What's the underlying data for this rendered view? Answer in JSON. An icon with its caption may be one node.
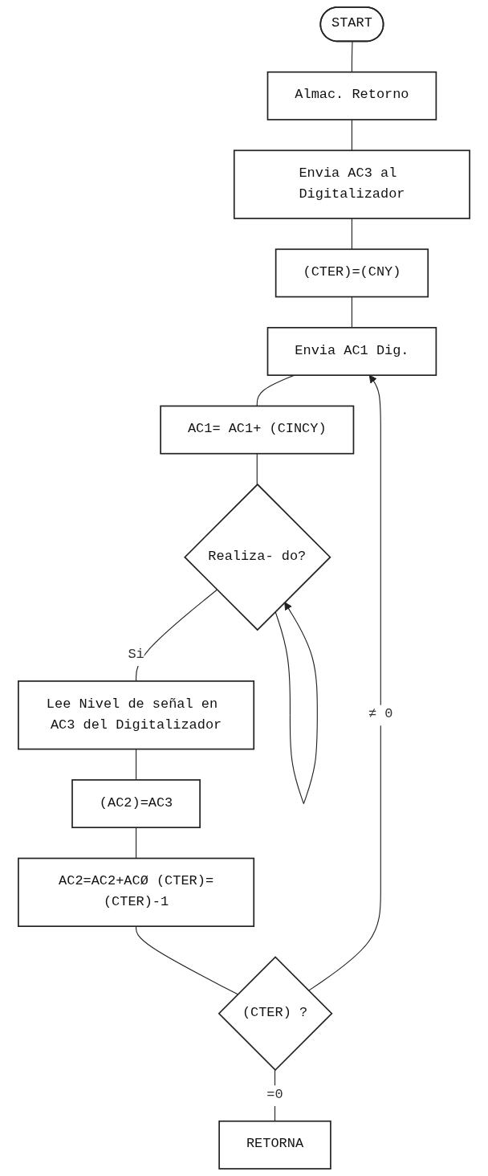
{
  "diagram": {
    "nodes": [
      {
        "text": [
          "START"
        ]
      },
      {
        "text": [
          "Almac. Retorno"
        ]
      },
      {
        "text": [
          "Envia AC3 al Digitalizador"
        ]
      },
      {
        "text": [
          "(CTER)=(CNY)"
        ]
      },
      {
        "text": [
          "Envia AC1 Dig."
        ]
      },
      {
        "text": [
          "AC1= AC1+ (CINCY)"
        ]
      },
      {
        "text": [
          "Realiza- do?"
        ]
      },
      {
        "text": [
          "Lee Nivel de señal en AC3 del Digitalizador"
        ]
      },
      {
        "text": [
          "(AC2)=AC3"
        ]
      },
      {
        "text": [
          "AC2=AC2+ACØ (CTER)=(CTER)-1"
        ]
      },
      {
        "text": [
          "(CTER) ?"
        ]
      },
      {
        "text": [
          "RETORNA"
        ]
      }
    ],
    "edges": [
      {
        "from": 0,
        "to": 1,
        "arrow": "none"
      },
      {
        "from": 1,
        "to": 2,
        "arrow": "none"
      },
      {
        "from": 2,
        "to": 3,
        "arrow": "none"
      },
      {
        "from": 3,
        "to": 4,
        "arrow": "none"
      },
      {
        "from": 4,
        "to": 5,
        "arrow": "none"
      },
      {
        "from": 5,
        "to": 6,
        "arrow": "none"
      },
      {
        "from": 6,
        "to": 6,
        "arrow": "to"
      },
      {
        "from": 6,
        "to": 7,
        "label": "Si",
        "arrow": "none"
      },
      {
        "from": 7,
        "to": 8,
        "arrow": "none"
      },
      {
        "from": 8,
        "to": 9,
        "arrow": "none"
      },
      {
        "from": 9,
        "to": 10,
        "arrow": "none"
      },
      {
        "from": 10,
        "to": 4,
        "label": "≠ 0",
        "arrow": "to"
      },
      {
        "from": 10,
        "to": 11,
        "label": "=0",
        "arrow": "none"
      }
    ]
  }
}
